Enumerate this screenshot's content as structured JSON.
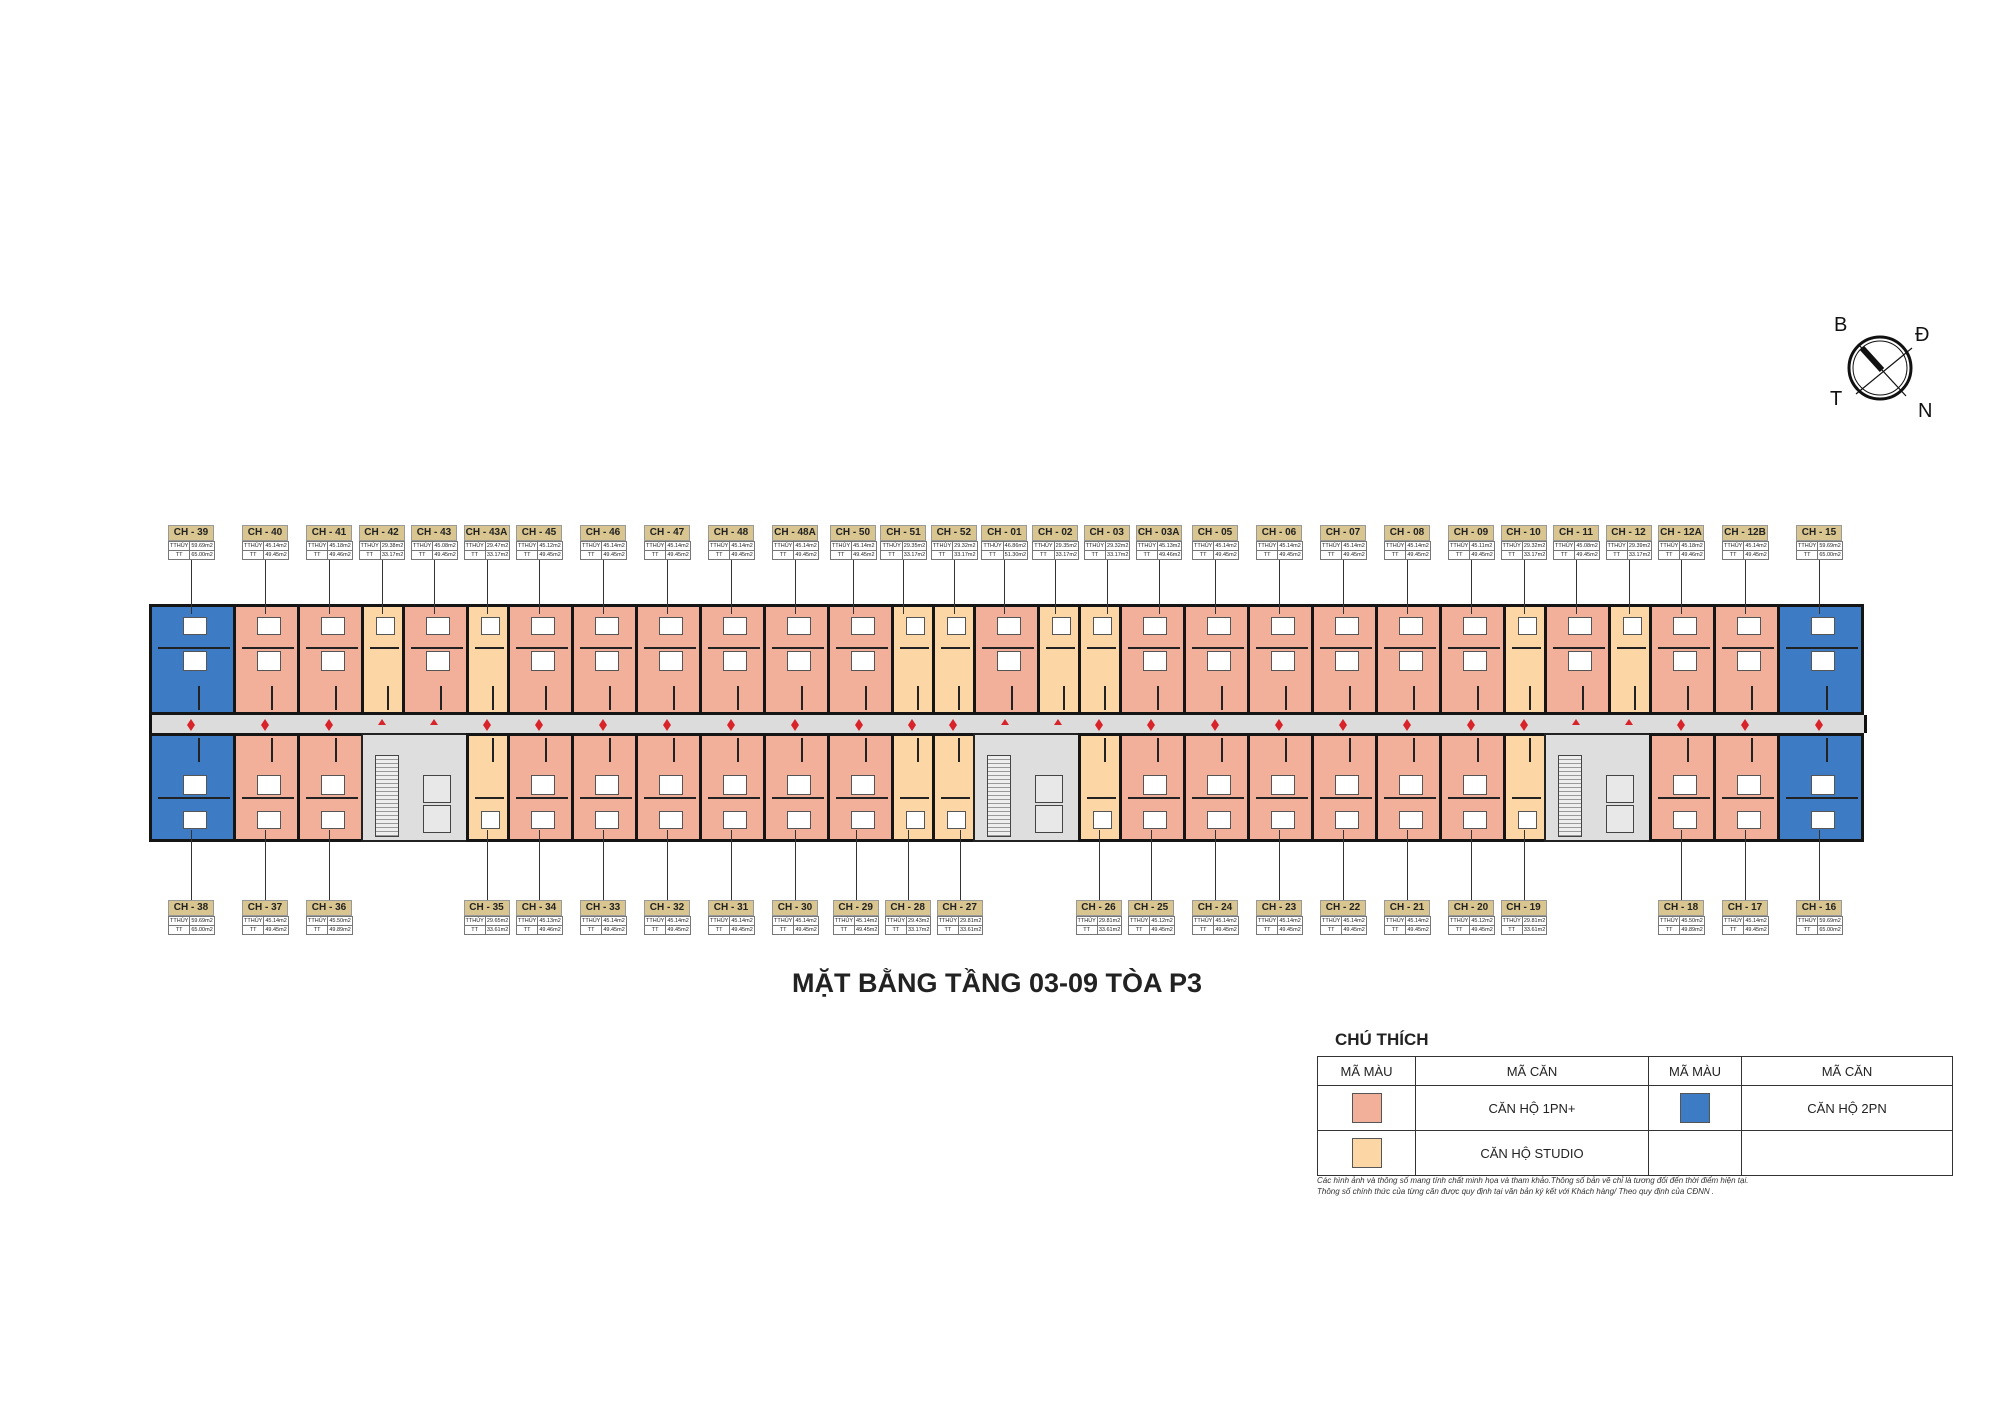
{
  "title": "MẶT BẰNG TẦNG 03-09 TÒA P3",
  "area_labels": {
    "net": "TTHỦY",
    "gross": "TT"
  },
  "colors": {
    "1pn": "#f2b09b",
    "studio": "#fdd6a5",
    "2pn": "#3d7cc5"
  },
  "compass": {
    "north": "B",
    "east": "Đ",
    "west": "T",
    "south": "N"
  },
  "top_units": [
    {
      "code": "CH - 39",
      "type": "2pn",
      "net": "59.69m2",
      "gross": "65.00m2"
    },
    {
      "code": "CH - 40",
      "type": "1pn",
      "net": "45.14m2",
      "gross": "49.45m2"
    },
    {
      "code": "CH - 41",
      "type": "1pn",
      "net": "45.18m2",
      "gross": "49.46m2"
    },
    {
      "code": "CH - 42",
      "type": "studio",
      "net": "29.38m2",
      "gross": "33.17m2"
    },
    {
      "code": "CH - 43",
      "type": "1pn",
      "net": "45.08m2",
      "gross": "49.45m2"
    },
    {
      "code": "CH - 43A",
      "type": "studio",
      "net": "29.47m2",
      "gross": "33.17m2"
    },
    {
      "code": "CH - 45",
      "type": "1pn",
      "net": "45.12m2",
      "gross": "49.45m2"
    },
    {
      "code": "CH - 46",
      "type": "1pn",
      "net": "45.14m2",
      "gross": "49.45m2"
    },
    {
      "code": "CH - 47",
      "type": "1pn",
      "net": "45.14m2",
      "gross": "49.45m2"
    },
    {
      "code": "CH - 48",
      "type": "1pn",
      "net": "45.14m2",
      "gross": "49.45m2"
    },
    {
      "code": "CH - 48A",
      "type": "1pn",
      "net": "45.14m2",
      "gross": "49.45m2"
    },
    {
      "code": "CH - 50",
      "type": "1pn",
      "net": "45.14m2",
      "gross": "49.45m2"
    },
    {
      "code": "CH - 51",
      "type": "studio",
      "net": "29.35m2",
      "gross": "33.17m2"
    },
    {
      "code": "CH - 52",
      "type": "studio",
      "net": "29.32m2",
      "gross": "33.17m2"
    },
    {
      "code": "CH - 01",
      "type": "1pn",
      "net": "46.86m2",
      "gross": "51.30m2"
    },
    {
      "code": "CH - 02",
      "type": "studio",
      "net": "29.35m2",
      "gross": "33.17m2"
    },
    {
      "code": "CH - 03",
      "type": "studio",
      "net": "29.32m2",
      "gross": "33.17m2"
    },
    {
      "code": "CH - 03A",
      "type": "1pn",
      "net": "45.13m2",
      "gross": "49.46m2"
    },
    {
      "code": "CH - 05",
      "type": "1pn",
      "net": "45.14m2",
      "gross": "49.45m2"
    },
    {
      "code": "CH - 06",
      "type": "1pn",
      "net": "45.14m2",
      "gross": "49.45m2"
    },
    {
      "code": "CH - 07",
      "type": "1pn",
      "net": "45.14m2",
      "gross": "49.45m2"
    },
    {
      "code": "CH - 08",
      "type": "1pn",
      "net": "45.14m2",
      "gross": "49.45m2"
    },
    {
      "code": "CH - 09",
      "type": "1pn",
      "net": "45.11m2",
      "gross": "49.45m2"
    },
    {
      "code": "CH - 10",
      "type": "studio",
      "net": "29.32m2",
      "gross": "33.17m2"
    },
    {
      "code": "CH - 11",
      "type": "1pn",
      "net": "45.08m2",
      "gross": "49.45m2"
    },
    {
      "code": "CH - 12",
      "type": "studio",
      "net": "29.39m2",
      "gross": "33.17m2"
    },
    {
      "code": "CH - 12A",
      "type": "1pn",
      "net": "45.18m2",
      "gross": "49.46m2"
    },
    {
      "code": "CH - 12B",
      "type": "1pn",
      "net": "45.14m2",
      "gross": "49.45m2"
    },
    {
      "code": "CH - 15",
      "type": "2pn",
      "net": "59.69m2",
      "gross": "65.00m2"
    }
  ],
  "bottom_units": [
    {
      "code": "CH - 38",
      "type": "2pn",
      "net": "59.69m2",
      "gross": "65.00m2"
    },
    {
      "code": "CH - 37",
      "type": "1pn",
      "net": "45.14m2",
      "gross": "49.45m2"
    },
    {
      "code": "CH - 36",
      "type": "1pn",
      "net": "45.50m2",
      "gross": "49.89m2"
    },
    {
      "type": "core"
    },
    {
      "code": "CH - 35",
      "type": "studio",
      "net": "29.65m2",
      "gross": "33.61m2"
    },
    {
      "code": "CH - 34",
      "type": "1pn",
      "net": "45.13m2",
      "gross": "49.46m2"
    },
    {
      "code": "CH - 33",
      "type": "1pn",
      "net": "45.14m2",
      "gross": "49.45m2"
    },
    {
      "code": "CH - 32",
      "type": "1pn",
      "net": "45.14m2",
      "gross": "49.45m2"
    },
    {
      "code": "CH - 31",
      "type": "1pn",
      "net": "45.14m2",
      "gross": "49.45m2"
    },
    {
      "code": "CH - 30",
      "type": "1pn",
      "net": "45.14m2",
      "gross": "49.45m2"
    },
    {
      "code": "CH - 29",
      "type": "1pn",
      "net": "45.14m2",
      "gross": "49.45m2"
    },
    {
      "code": "CH - 28",
      "type": "studio",
      "net": "29.43m2",
      "gross": "33.17m2"
    },
    {
      "code": "CH - 27",
      "type": "studio",
      "net": "29.81m2",
      "gross": "33.61m2"
    },
    {
      "type": "core"
    },
    {
      "code": "CH - 26",
      "type": "studio",
      "net": "29.81m2",
      "gross": "33.61m2"
    },
    {
      "code": "CH - 25",
      "type": "1pn",
      "net": "45.12m2",
      "gross": "49.45m2"
    },
    {
      "code": "CH - 24",
      "type": "1pn",
      "net": "45.14m2",
      "gross": "49.45m2"
    },
    {
      "code": "CH - 23",
      "type": "1pn",
      "net": "45.14m2",
      "gross": "49.45m2"
    },
    {
      "code": "CH - 22",
      "type": "1pn",
      "net": "45.14m2",
      "gross": "49.45m2"
    },
    {
      "code": "CH - 21",
      "type": "1pn",
      "net": "45.14m2",
      "gross": "49.45m2"
    },
    {
      "code": "CH - 20",
      "type": "1pn",
      "net": "45.12m2",
      "gross": "49.45m2"
    },
    {
      "code": "CH - 19",
      "type": "studio",
      "net": "29.81m2",
      "gross": "33.61m2"
    },
    {
      "type": "core"
    },
    {
      "code": "CH - 18",
      "type": "1pn",
      "net": "45.50m2",
      "gross": "49.89m2"
    },
    {
      "code": "CH - 17",
      "type": "1pn",
      "net": "45.14m2",
      "gross": "49.45m2"
    },
    {
      "code": "CH - 16",
      "type": "2pn",
      "net": "59.69m2",
      "gross": "65.00m2"
    }
  ],
  "legend": {
    "title": "CHÚ THÍCH",
    "col_color": "MÃ MÀU",
    "col_code": "MÃ CĂN",
    "item_1pn": "CĂN HỘ 1PN+",
    "item_2pn": "CĂN HỘ 2PN",
    "item_studio": "CĂN HỘ STUDIO"
  },
  "notes": [
    "Các hình ảnh và thông số mang tính chất minh họa và tham khảo.Thông số bản vẽ chỉ là tương đối đến thời điểm hiện tại.",
    "Thông số chính thức của từng căn được quy định tại văn bản ký kết với Khách hàng/ Theo quy định của CĐNN ."
  ]
}
